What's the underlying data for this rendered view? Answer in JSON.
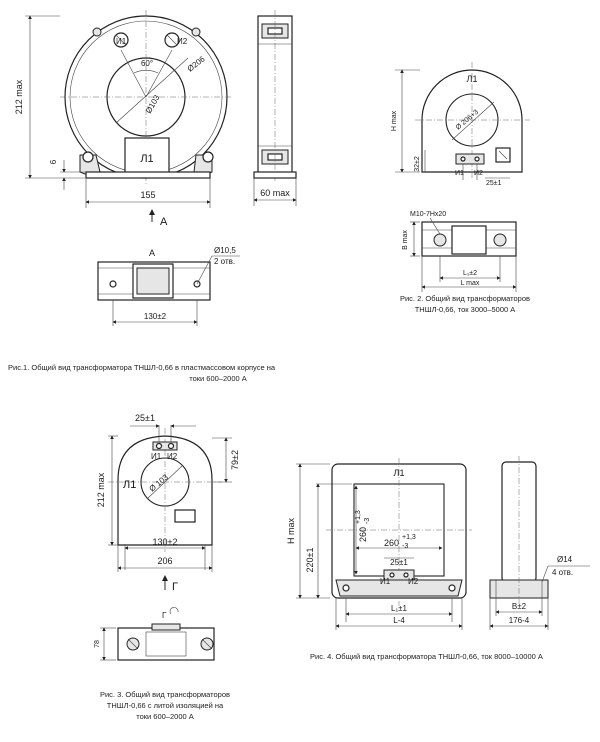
{
  "fig1": {
    "dim_height": "212 max",
    "dim_base": "6",
    "dim_width": "155",
    "dim_depth": "60 max",
    "angle": "60°",
    "outer_diameter": "Ø206",
    "inner_diameter": "Ø103",
    "label_l1": "Л1",
    "label_i1": "И1",
    "label_i2": "И2",
    "view_marker": "А",
    "view_title": "А",
    "hole_diameter": "Ø10,5",
    "hole_count": "2 отв.",
    "hole_spacing": "130±2",
    "caption_line1": "Рис.1. Общий вид трансформатора ТНШЛ-0,66 в пластмассовом корпусе на",
    "caption_line2": "токи 600–2000 А"
  },
  "fig2": {
    "label_l1": "Л1",
    "dim_h": "H max",
    "inner_diameter": "Ø 206+3",
    "dim_32": "32±2",
    "label_i1": "И1",
    "label_i2": "И2",
    "dim_25": "25±1",
    "thread": "М10-7Нх20",
    "dim_b": "B max",
    "dim_l1": "L₁±2",
    "dim_l": "L max",
    "caption_line1": "Рис. 2. Общий вид трансформаторов",
    "caption_line2": "ТНШЛ-0,66, ток 3000–5000 А"
  },
  "fig3": {
    "dim_25": "25±1",
    "label_i1": "И1",
    "label_i2": "И2",
    "dim_height": "212 max",
    "label_l1": "Л1",
    "inner_diameter": "Ø 103",
    "dim_79": "79±2",
    "dim_130": "130±2",
    "dim_206": "206",
    "view_marker": "Г",
    "view_title": "Г",
    "dim_78": "78",
    "caption_line1": "Рис. 3. Общий вид трансформаторов",
    "caption_line2": "ТНШЛ-0,66 с литой изоляцией на",
    "caption_line3": "токи 600–2000 А"
  },
  "fig4": {
    "label_l1": "Л1",
    "dim_h": "H max",
    "dim_220": "220±1",
    "dim_260a": "260",
    "dim_260a_tol": "+1,3",
    "dim_260a_tol2": "-3",
    "dim_260b": "260",
    "dim_260b_tol": "+1,3",
    "dim_260b_tol2": "-3",
    "dim_25": "25±1",
    "label_i1": "И1",
    "label_i2": "И2",
    "dim_l1": "L₁±1",
    "dim_l": "L-4",
    "hole_diameter": "Ø14",
    "hole_count": "4 отв.",
    "dim_b": "B±2",
    "dim_176": "176-4",
    "caption": "Рис. 4. Общий вид трансформатора ТНШЛ-0,66, ток 8000–10000 А"
  }
}
